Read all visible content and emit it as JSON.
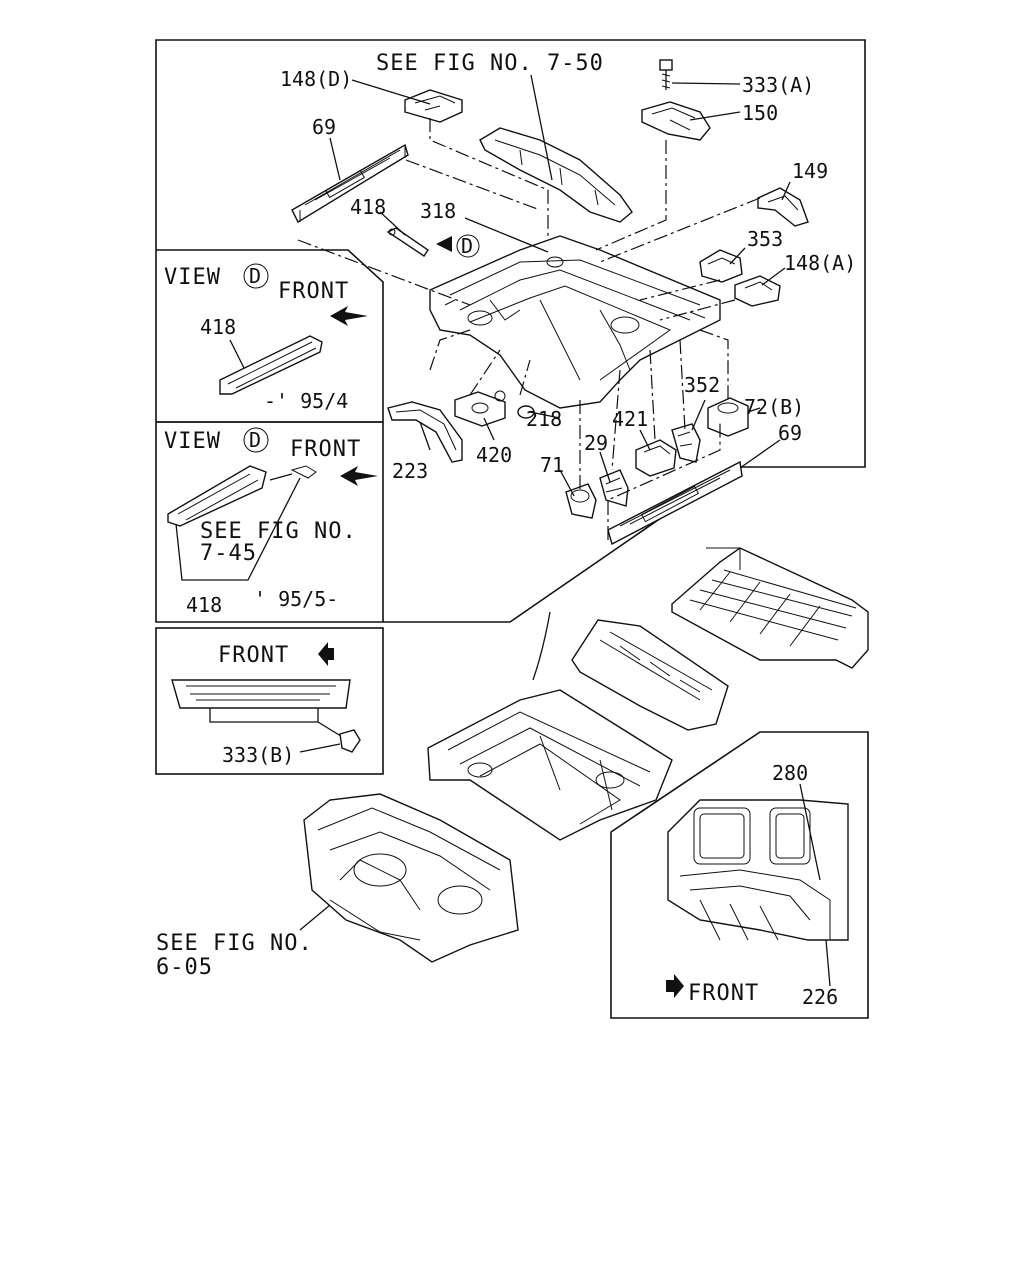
{
  "labels": {
    "see_fig_750": "SEE FIG NO. 7-50",
    "p148d": "148(D)",
    "p333a": "333(A)",
    "p150": "150",
    "p69_top": "69",
    "p149": "149",
    "p418_main": "418",
    "p318": "318",
    "view_d_marker": "D",
    "p353": "353",
    "p148a": "148(A)",
    "p352": "352",
    "p72b": "72(B)",
    "p218": "218",
    "p421": "421",
    "p29": "29",
    "p223": "223",
    "p420": "420",
    "p71": "71",
    "p69_bottom": "69",
    "p333b": "333(B)",
    "p280": "280",
    "p226": "226"
  },
  "view_top": {
    "view_label": "VIEW",
    "view_letter": "D",
    "front_label": "FRONT",
    "part_label": "418",
    "date_label": "-' 95/4"
  },
  "view_bottom": {
    "view_label": "VIEW",
    "view_letter": "D",
    "front_label": "FRONT",
    "see_fig_line1": "SEE FIG NO.",
    "see_fig_line2": "7-45",
    "part_label": "418",
    "date_label": "' 95/5-"
  },
  "inset_333b": {
    "front_label": "FRONT"
  },
  "see_fig_605": {
    "line1": "SEE FIG NO.",
    "line2": "6-05"
  },
  "inset_280": {
    "front_label": "FRONT"
  },
  "icons": [
    "front-arrow-icon",
    "view-d-circle-icon"
  ]
}
